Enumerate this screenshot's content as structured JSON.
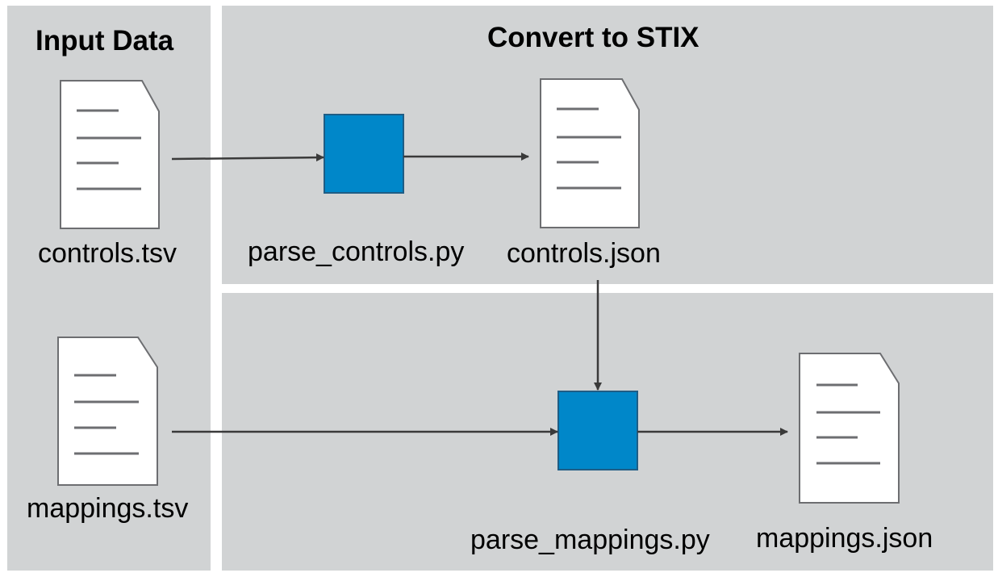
{
  "panels": {
    "input": {
      "heading": "Input Data"
    },
    "convert": {
      "heading": "Convert to STIX"
    }
  },
  "files": {
    "controls_tsv": "controls.tsv",
    "mappings_tsv": "mappings.tsv",
    "controls_json": "controls.json",
    "mappings_json": "mappings.json"
  },
  "scripts": {
    "parse_controls": "parse_controls.py",
    "parse_mappings": "parse_mappings.py"
  },
  "colors": {
    "panel_background": "#d1d3d4",
    "process_box": "#0087c9",
    "document_outline": "#6d6e71",
    "arrow": "#3a3a3a"
  },
  "icons": [
    "document-icon",
    "process-box",
    "arrow"
  ]
}
